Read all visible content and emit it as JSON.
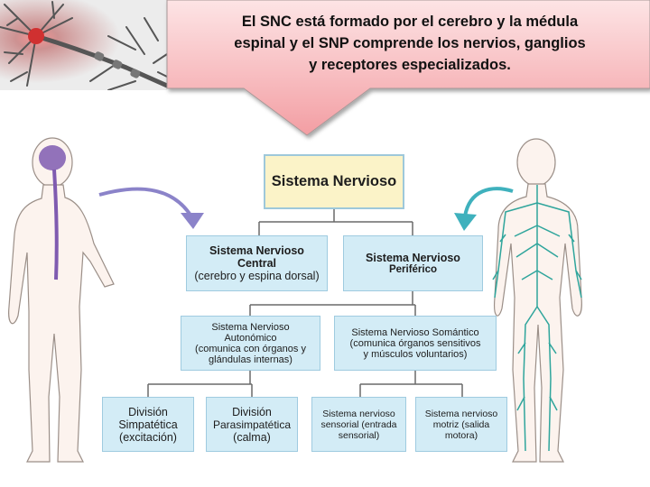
{
  "callout": {
    "lines": [
      "El SNC está formado por el cerebro y la médula",
      "espinal y el SNP comprende los nervios, ganglios",
      "y receptores especializados."
    ]
  },
  "diagram": {
    "root": "Sistema Nervioso",
    "snc": {
      "title1": "Sistema Nervioso",
      "title2": "Central",
      "sub": "(cerebro y espina dorsal)"
    },
    "snp": {
      "title1": "Sistema Nervioso",
      "title2": "Periférico"
    },
    "autonomico": {
      "l1": "Sistema Nervioso",
      "l2": "Autonómico",
      "l3": "(comunica con órganos y",
      "l4": "glándulas internas)"
    },
    "somatico": {
      "l1": "Sistema Nervioso Somántico",
      "l2": "(comunica órganos sensitivos",
      "l3": "y músculos voluntarios)"
    },
    "simpatica": {
      "l1": "División",
      "l2": "Simpatética",
      "l3": "(excitación)"
    },
    "parasimpatica": {
      "l1": "División",
      "l2": "Parasimpatética",
      "l3": "(calma)"
    },
    "sensorial": {
      "l1": "Sistema nervioso",
      "l2": "sensorial (entrada",
      "l3": "sensorial)"
    },
    "motriz": {
      "l1": "Sistema nervioso",
      "l2": "motriz (salida",
      "l3": "motora)"
    }
  },
  "colors": {
    "callout_fill": "#f7b3b6",
    "connector": "#6a6a6a",
    "arrow_purple": "#8b83c9",
    "arrow_teal": "#3fb1bd",
    "spine_purple": "#7f5bb0",
    "nerve_teal": "#2fa59c"
  }
}
